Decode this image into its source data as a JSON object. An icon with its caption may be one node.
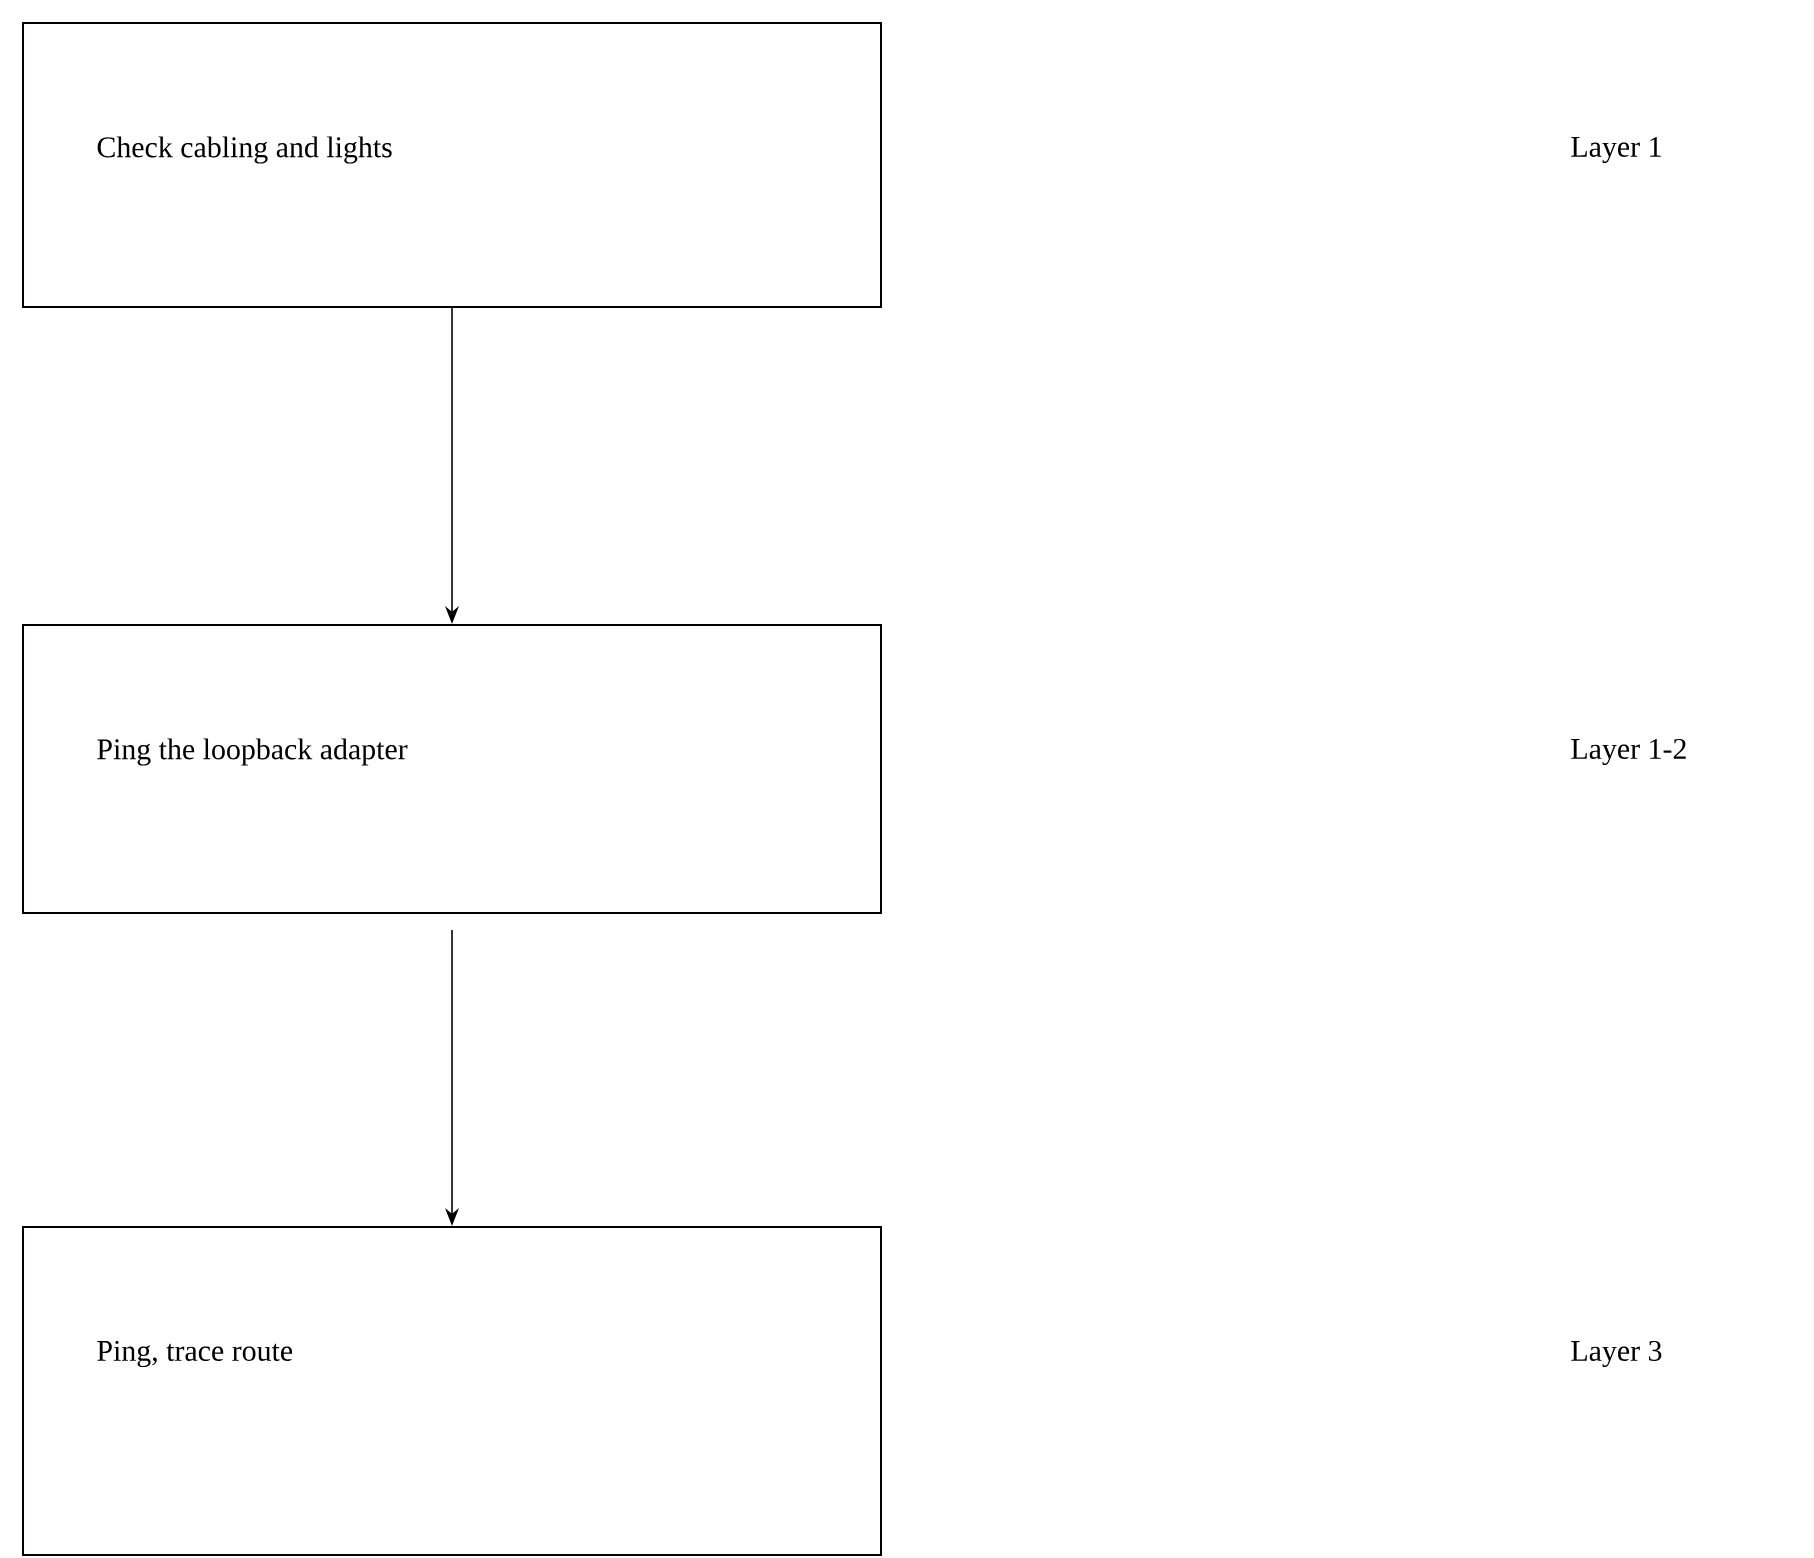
{
  "diagram": {
    "nodes": [
      {
        "text": [
          "Check cabling and lights"
        ]
      },
      {
        "text": [
          "Ping the loopback adapter"
        ]
      },
      {
        "text": [
          "Ping, trace route"
        ]
      }
    ],
    "edges": [
      {
        "from": 0,
        "to": 1,
        "arrow": "to"
      },
      {
        "from": 1,
        "to": 2,
        "arrow": "to"
      }
    ],
    "labels": [
      "Layer 1",
      "Layer 1-2",
      "Layer 3"
    ]
  }
}
